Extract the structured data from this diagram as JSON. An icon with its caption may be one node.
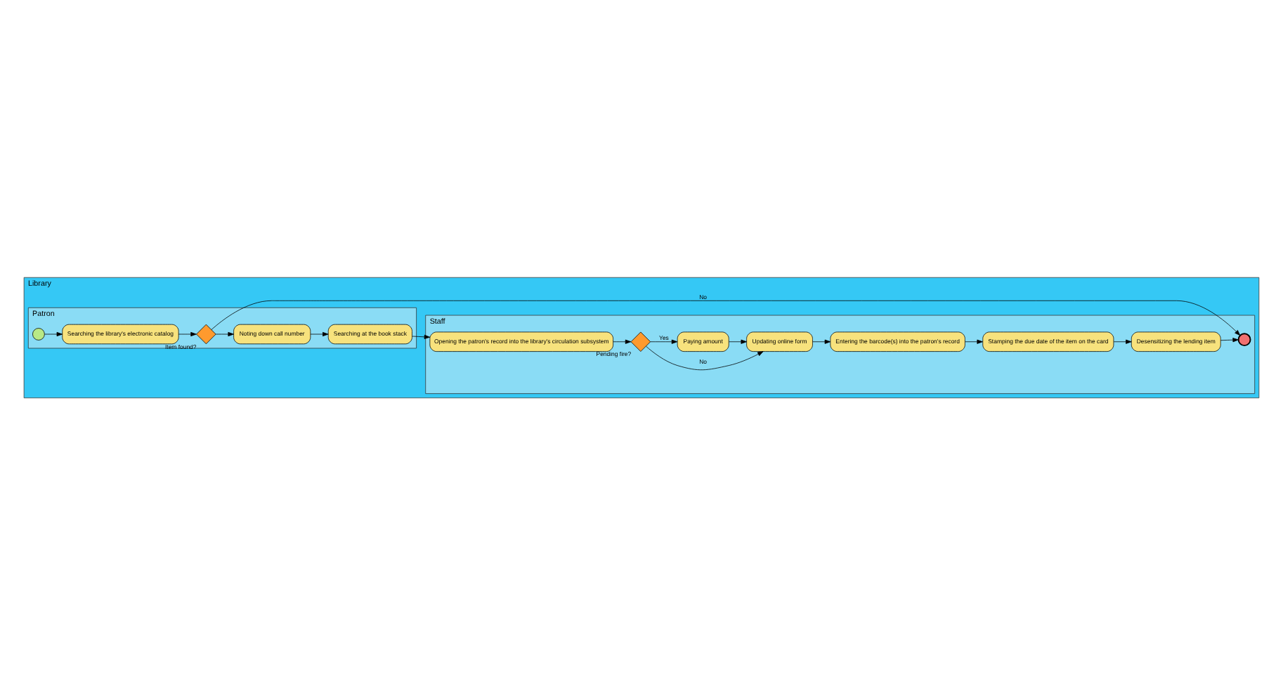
{
  "diagram": {
    "nodes": [
      {
        "text": [
          "Library"
        ]
      },
      {
        "text": [
          "Staff"
        ],
        "in": 0
      },
      {
        "text": [
          "Patron"
        ],
        "in": 0
      },
      {
        "text": [
          "Stamping the due date of the item on the card"
        ],
        "in": 1
      },
      {
        "text": [
          "Desensitizing the lending item"
        ],
        "in": 1
      },
      {
        "text": [],
        "shape": "diamond",
        "beside": [
          "Pending fire?"
        ],
        "in": 1
      },
      {
        "text": [
          "Entering the barcode(s) into the patron's record"
        ],
        "in": 1
      },
      {
        "text": [
          "Updating online form"
        ],
        "in": 1
      },
      {
        "text": [
          "Paying amount"
        ],
        "in": 1
      },
      {
        "text": [],
        "shape": "circle",
        "in": 1
      },
      {
        "text": [
          "Opening the patron's record into the library's circulation subsystem"
        ],
        "in": 1
      },
      {
        "text": [],
        "shape": "circle",
        "in": 2
      },
      {
        "text": [
          "Searching the library's electronic catalog"
        ],
        "in": 2
      },
      {
        "text": [],
        "shape": "diamond",
        "beside": [
          "Item found?"
        ],
        "in": 2
      },
      {
        "text": [
          "Noting down call number"
        ],
        "in": 2
      },
      {
        "text": [
          "Searching at the book stack"
        ],
        "in": 2
      }
    ],
    "edges": [
      {
        "from": 11,
        "to": 12,
        "arrow": "to"
      },
      {
        "from": 12,
        "to": 13,
        "arrow": "to"
      },
      {
        "from": 13,
        "to": 14,
        "arrow": "to"
      },
      {
        "from": 13,
        "to": 9,
        "arrow": "to",
        "label": "No"
      },
      {
        "from": 14,
        "to": 15,
        "arrow": "to"
      },
      {
        "from": 15,
        "to": 10,
        "arrow": "to"
      },
      {
        "from": 10,
        "to": 5,
        "arrow": "to"
      },
      {
        "from": 5,
        "to": 8,
        "arrow": "to",
        "label": "Yes"
      },
      {
        "from": 5,
        "to": 7,
        "arrow": "to",
        "label": "No"
      },
      {
        "from": 8,
        "to": 7,
        "arrow": "to"
      },
      {
        "from": 7,
        "to": 6,
        "arrow": "to"
      },
      {
        "from": 6,
        "to": 3,
        "arrow": "to"
      },
      {
        "from": 3,
        "to": 4,
        "arrow": "to"
      },
      {
        "from": 4,
        "to": 9,
        "arrow": "to"
      }
    ]
  }
}
